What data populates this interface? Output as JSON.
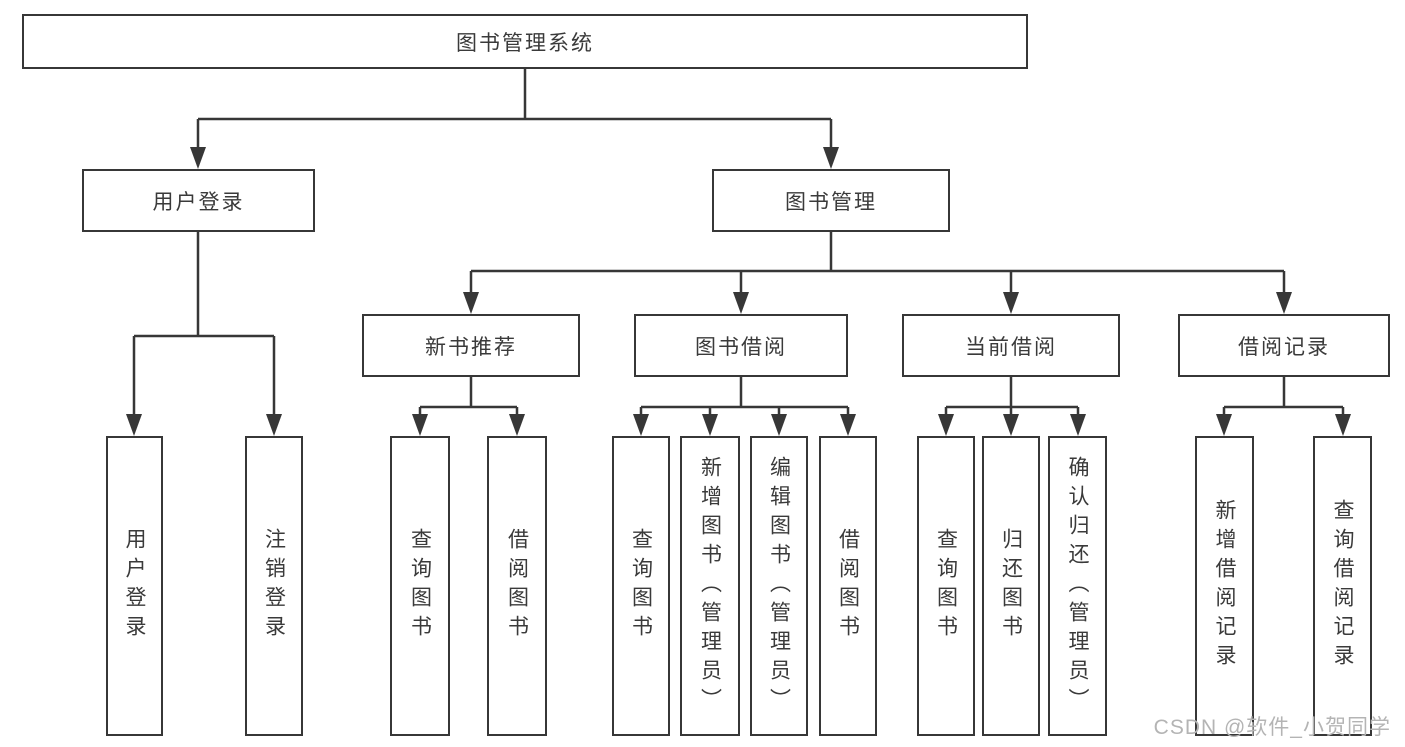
{
  "diagram": {
    "title": "图书管理系统",
    "tree": {
      "root": {
        "label": "图书管理系统"
      },
      "branches": [
        {
          "label": "用户登录",
          "children": [
            {
              "label": "用户登录"
            },
            {
              "label": "注销登录"
            }
          ]
        },
        {
          "label": "图书管理",
          "children": [
            {
              "label": "新书推荐",
              "children": [
                {
                  "label": "查询图书"
                },
                {
                  "label": "借阅图书"
                }
              ]
            },
            {
              "label": "图书借阅",
              "children": [
                {
                  "label": "查询图书"
                },
                {
                  "label": "新增图书（管理员）"
                },
                {
                  "label": "编辑图书（管理员）"
                },
                {
                  "label": "借阅图书"
                }
              ]
            },
            {
              "label": "当前借阅",
              "children": [
                {
                  "label": "查询图书"
                },
                {
                  "label": "归还图书"
                },
                {
                  "label": "确认归还（管理员）"
                }
              ]
            },
            {
              "label": "借阅记录",
              "children": [
                {
                  "label": "新增借阅记录"
                },
                {
                  "label": "查询借阅记录"
                }
              ]
            }
          ]
        }
      ]
    },
    "colors": {
      "line": "#373737",
      "text": "#3a3a3a",
      "box_background": "#ffffff",
      "watermark": "#b4b4b4"
    }
  },
  "watermark": {
    "text": "CSDN @软件_小贺同学"
  }
}
